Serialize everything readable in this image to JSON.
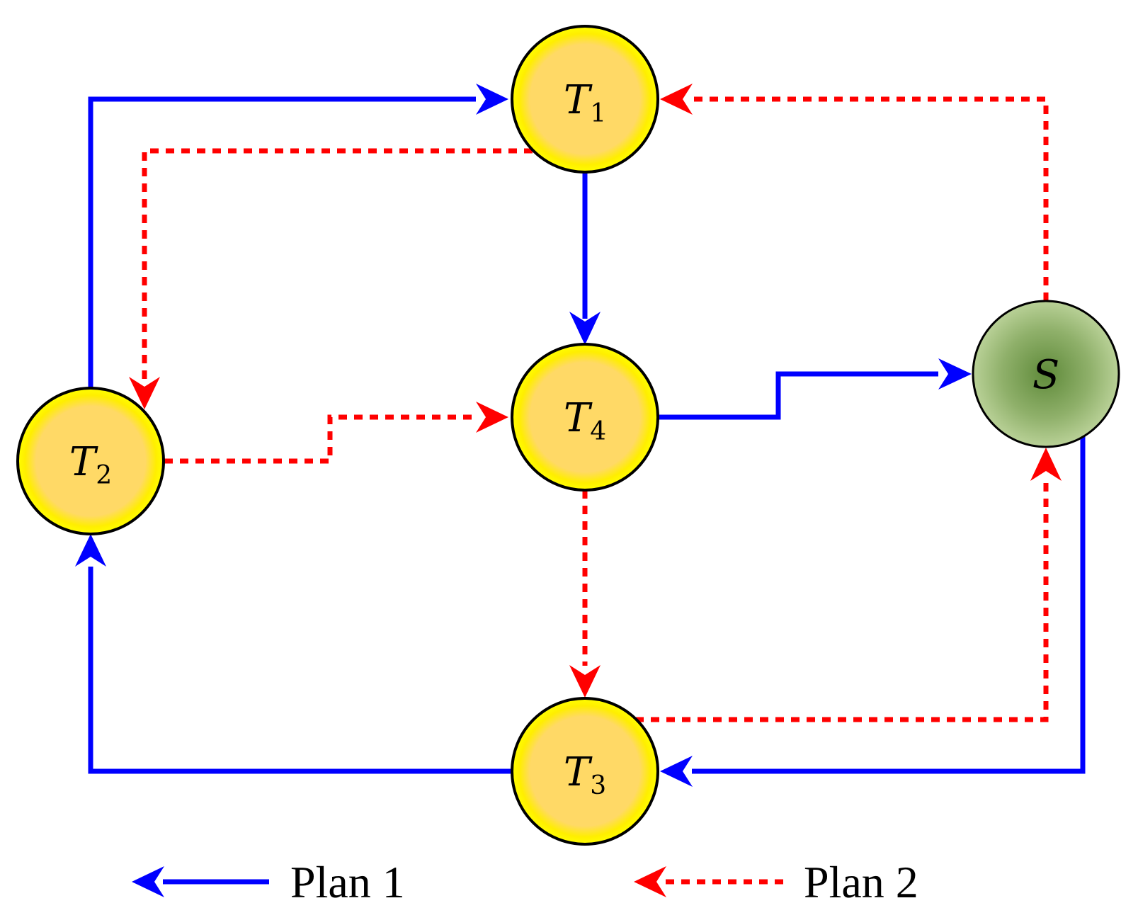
{
  "nodes": {
    "t1": {
      "letter": "T",
      "sub": "1"
    },
    "t2": {
      "letter": "T",
      "sub": "2"
    },
    "t3": {
      "letter": "T",
      "sub": "3"
    },
    "t4": {
      "letter": "T",
      "sub": "4"
    },
    "s": {
      "letter": "S",
      "sub": ""
    }
  },
  "legend": {
    "plan1": "Plan 1",
    "plan2": "Plan 2"
  },
  "colors": {
    "plan1": "#0000ff",
    "plan2": "#ff0000",
    "target_fill": "#ffd966",
    "target_ring": "#ffff00",
    "source_fill": "#8fb06a"
  }
}
